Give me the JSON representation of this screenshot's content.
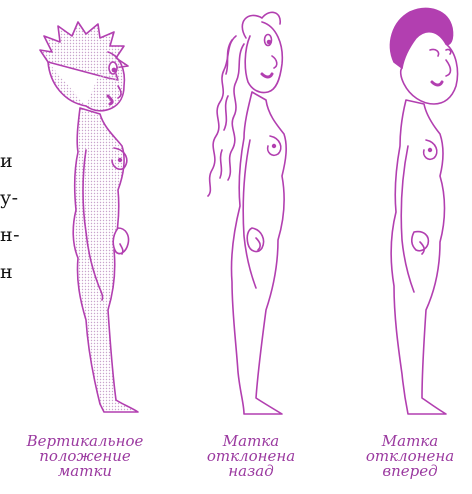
{
  "left_text_fragments": [
    "и",
    "у-",
    "н-",
    "н"
  ],
  "figures": [
    {
      "id": "vertical",
      "caption_lines": [
        "Вертикальное",
        "положение",
        "матки"
      ]
    },
    {
      "id": "backward",
      "caption_lines": [
        "Матка",
        "отклонена",
        "назад"
      ]
    },
    {
      "id": "forward",
      "caption_lines": [
        "Матка",
        "отклонена",
        "вперед"
      ]
    }
  ],
  "colors": {
    "line": "#b23fb0",
    "caption": "#9b3aa0",
    "shade": "#c9a3cc",
    "text": "#111111"
  }
}
